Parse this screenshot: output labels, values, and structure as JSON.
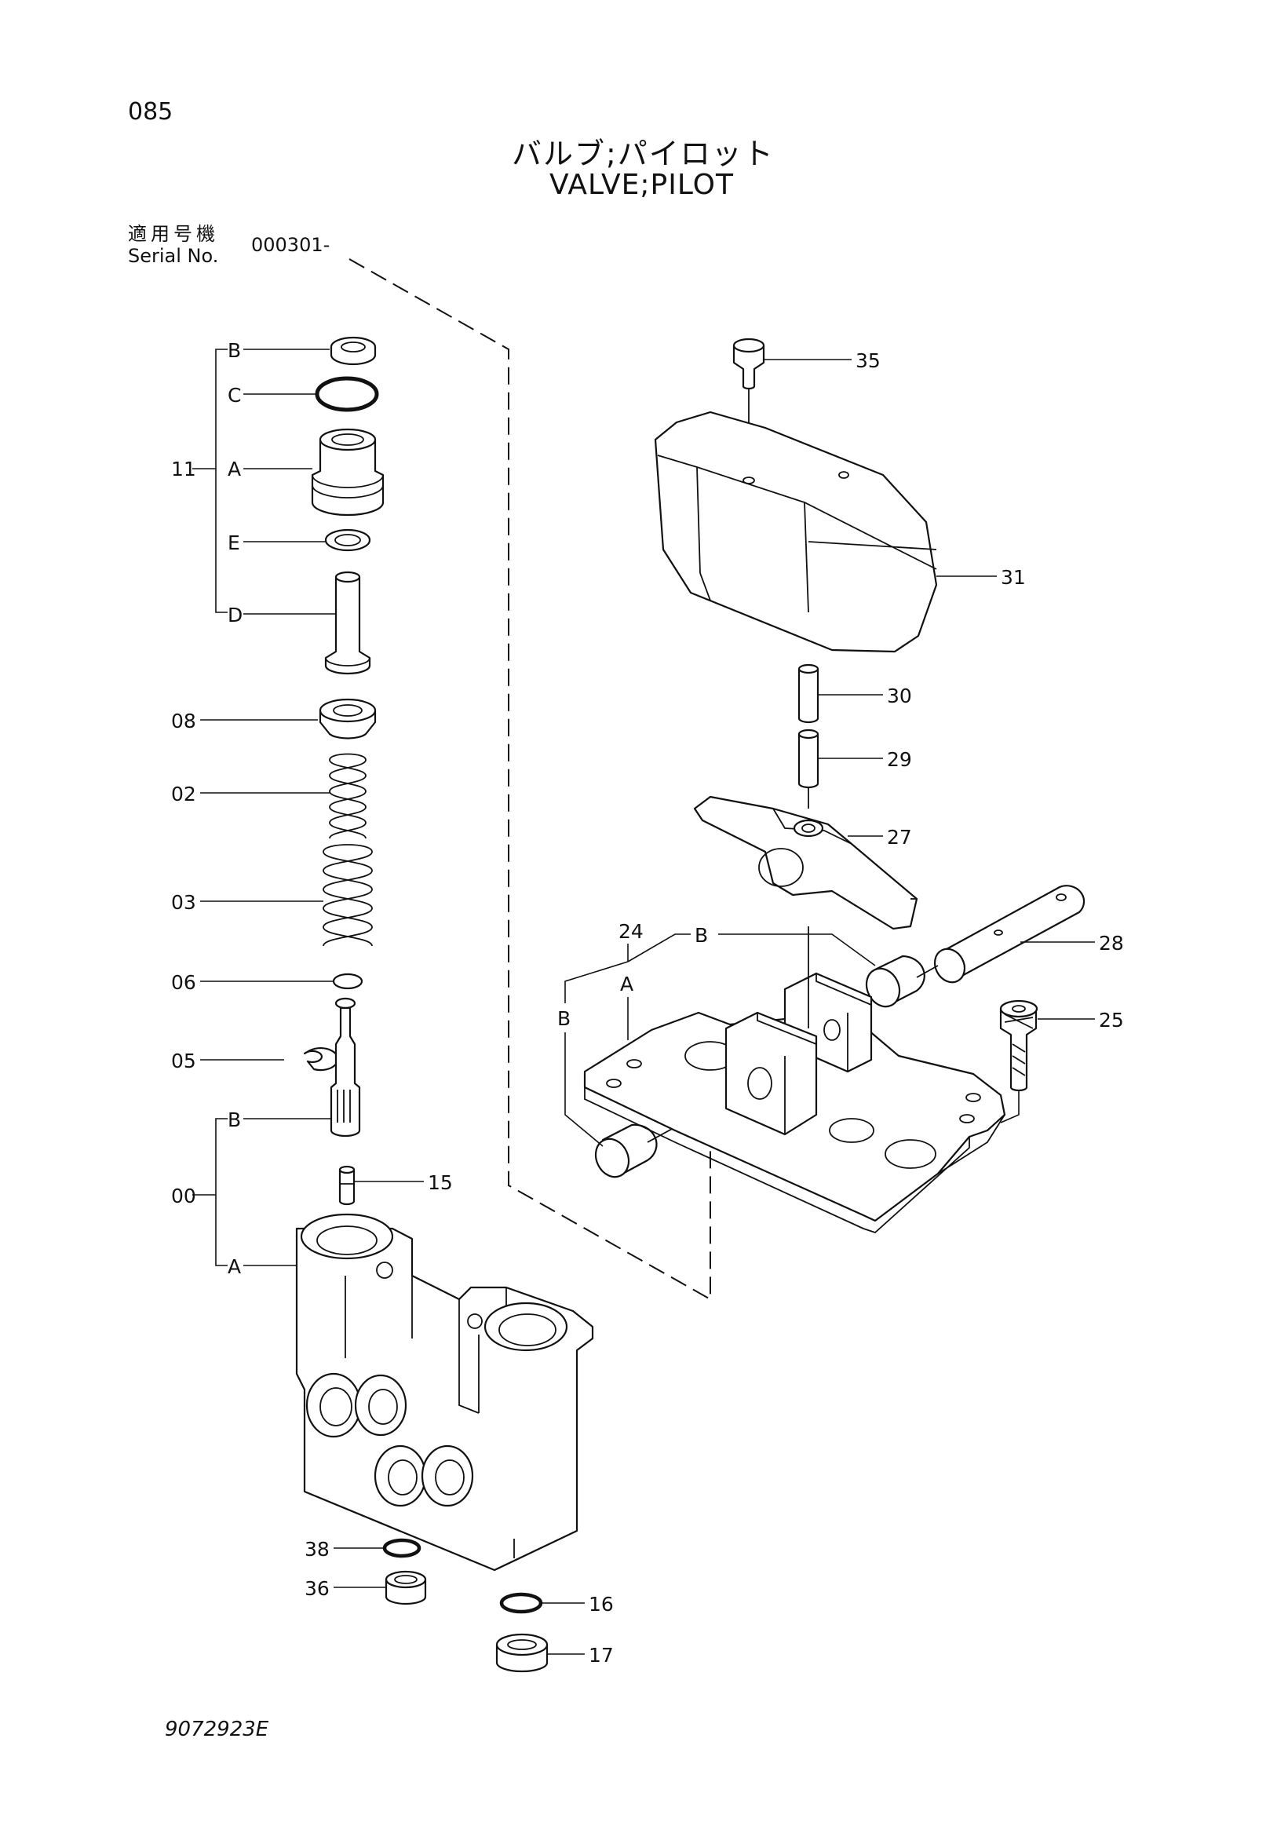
{
  "header": {
    "page_number": "085",
    "title_jp": "バルブ;パイロット",
    "title_en": "VALVE;PILOT"
  },
  "serial": {
    "label_jp": "適用号機",
    "label_en": "Serial No.",
    "value": "000301-"
  },
  "footer": {
    "document_code": "9072923E"
  },
  "callouts": {
    "group_11": "11",
    "group_00": "00",
    "sub_b": "B",
    "sub_c": "C",
    "sub_a": "A",
    "sub_e": "E",
    "sub_d": "D",
    "p08": "08",
    "p02": "02",
    "p03": "03",
    "p06": "06",
    "p05": "05",
    "p15": "15",
    "p38": "38",
    "p36": "36",
    "p16": "16",
    "p17": "17",
    "p35": "35",
    "p31": "31",
    "p30": "30",
    "p29": "29",
    "p27": "27",
    "p28": "28",
    "p24": "24",
    "p25": "25"
  }
}
